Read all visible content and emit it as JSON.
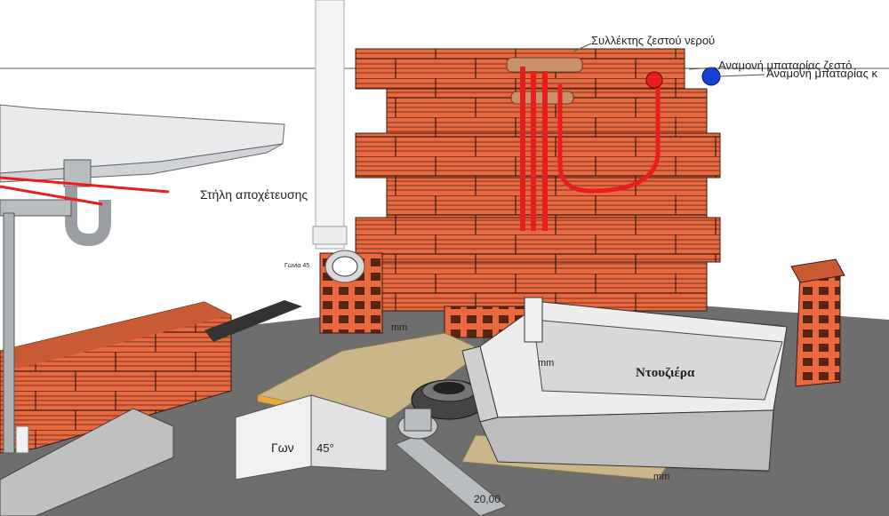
{
  "labels": {
    "hot_water_manifold": "Συλλέκτης ζεστού νερού",
    "hot_tap_stub": "Αναμονή μπαταρίας ζεστό",
    "tap_stub_cut": "Αναμονή μπαταρίας κ",
    "drain_stack": "Στήλη αποχέτευσης",
    "elbow_45_small": "Γωνία 45",
    "shower_tray": "Ντουζιέρα",
    "elbow_45_big_a": "Γων",
    "elbow_45_big_b": "45°",
    "dim_top": "mm",
    "dim_right": "mm",
    "dim_tray": "mm",
    "dim_bottom": "20,00"
  },
  "colors": {
    "brick": "#e8693f",
    "brick_dark": "#b8441f",
    "pipe_red": "#e81e1e",
    "pipe_grey": "#b9bdbf",
    "floor": "#6e6e6e",
    "board": "#c9b78a",
    "blue_valve": "#1a3fd6"
  }
}
